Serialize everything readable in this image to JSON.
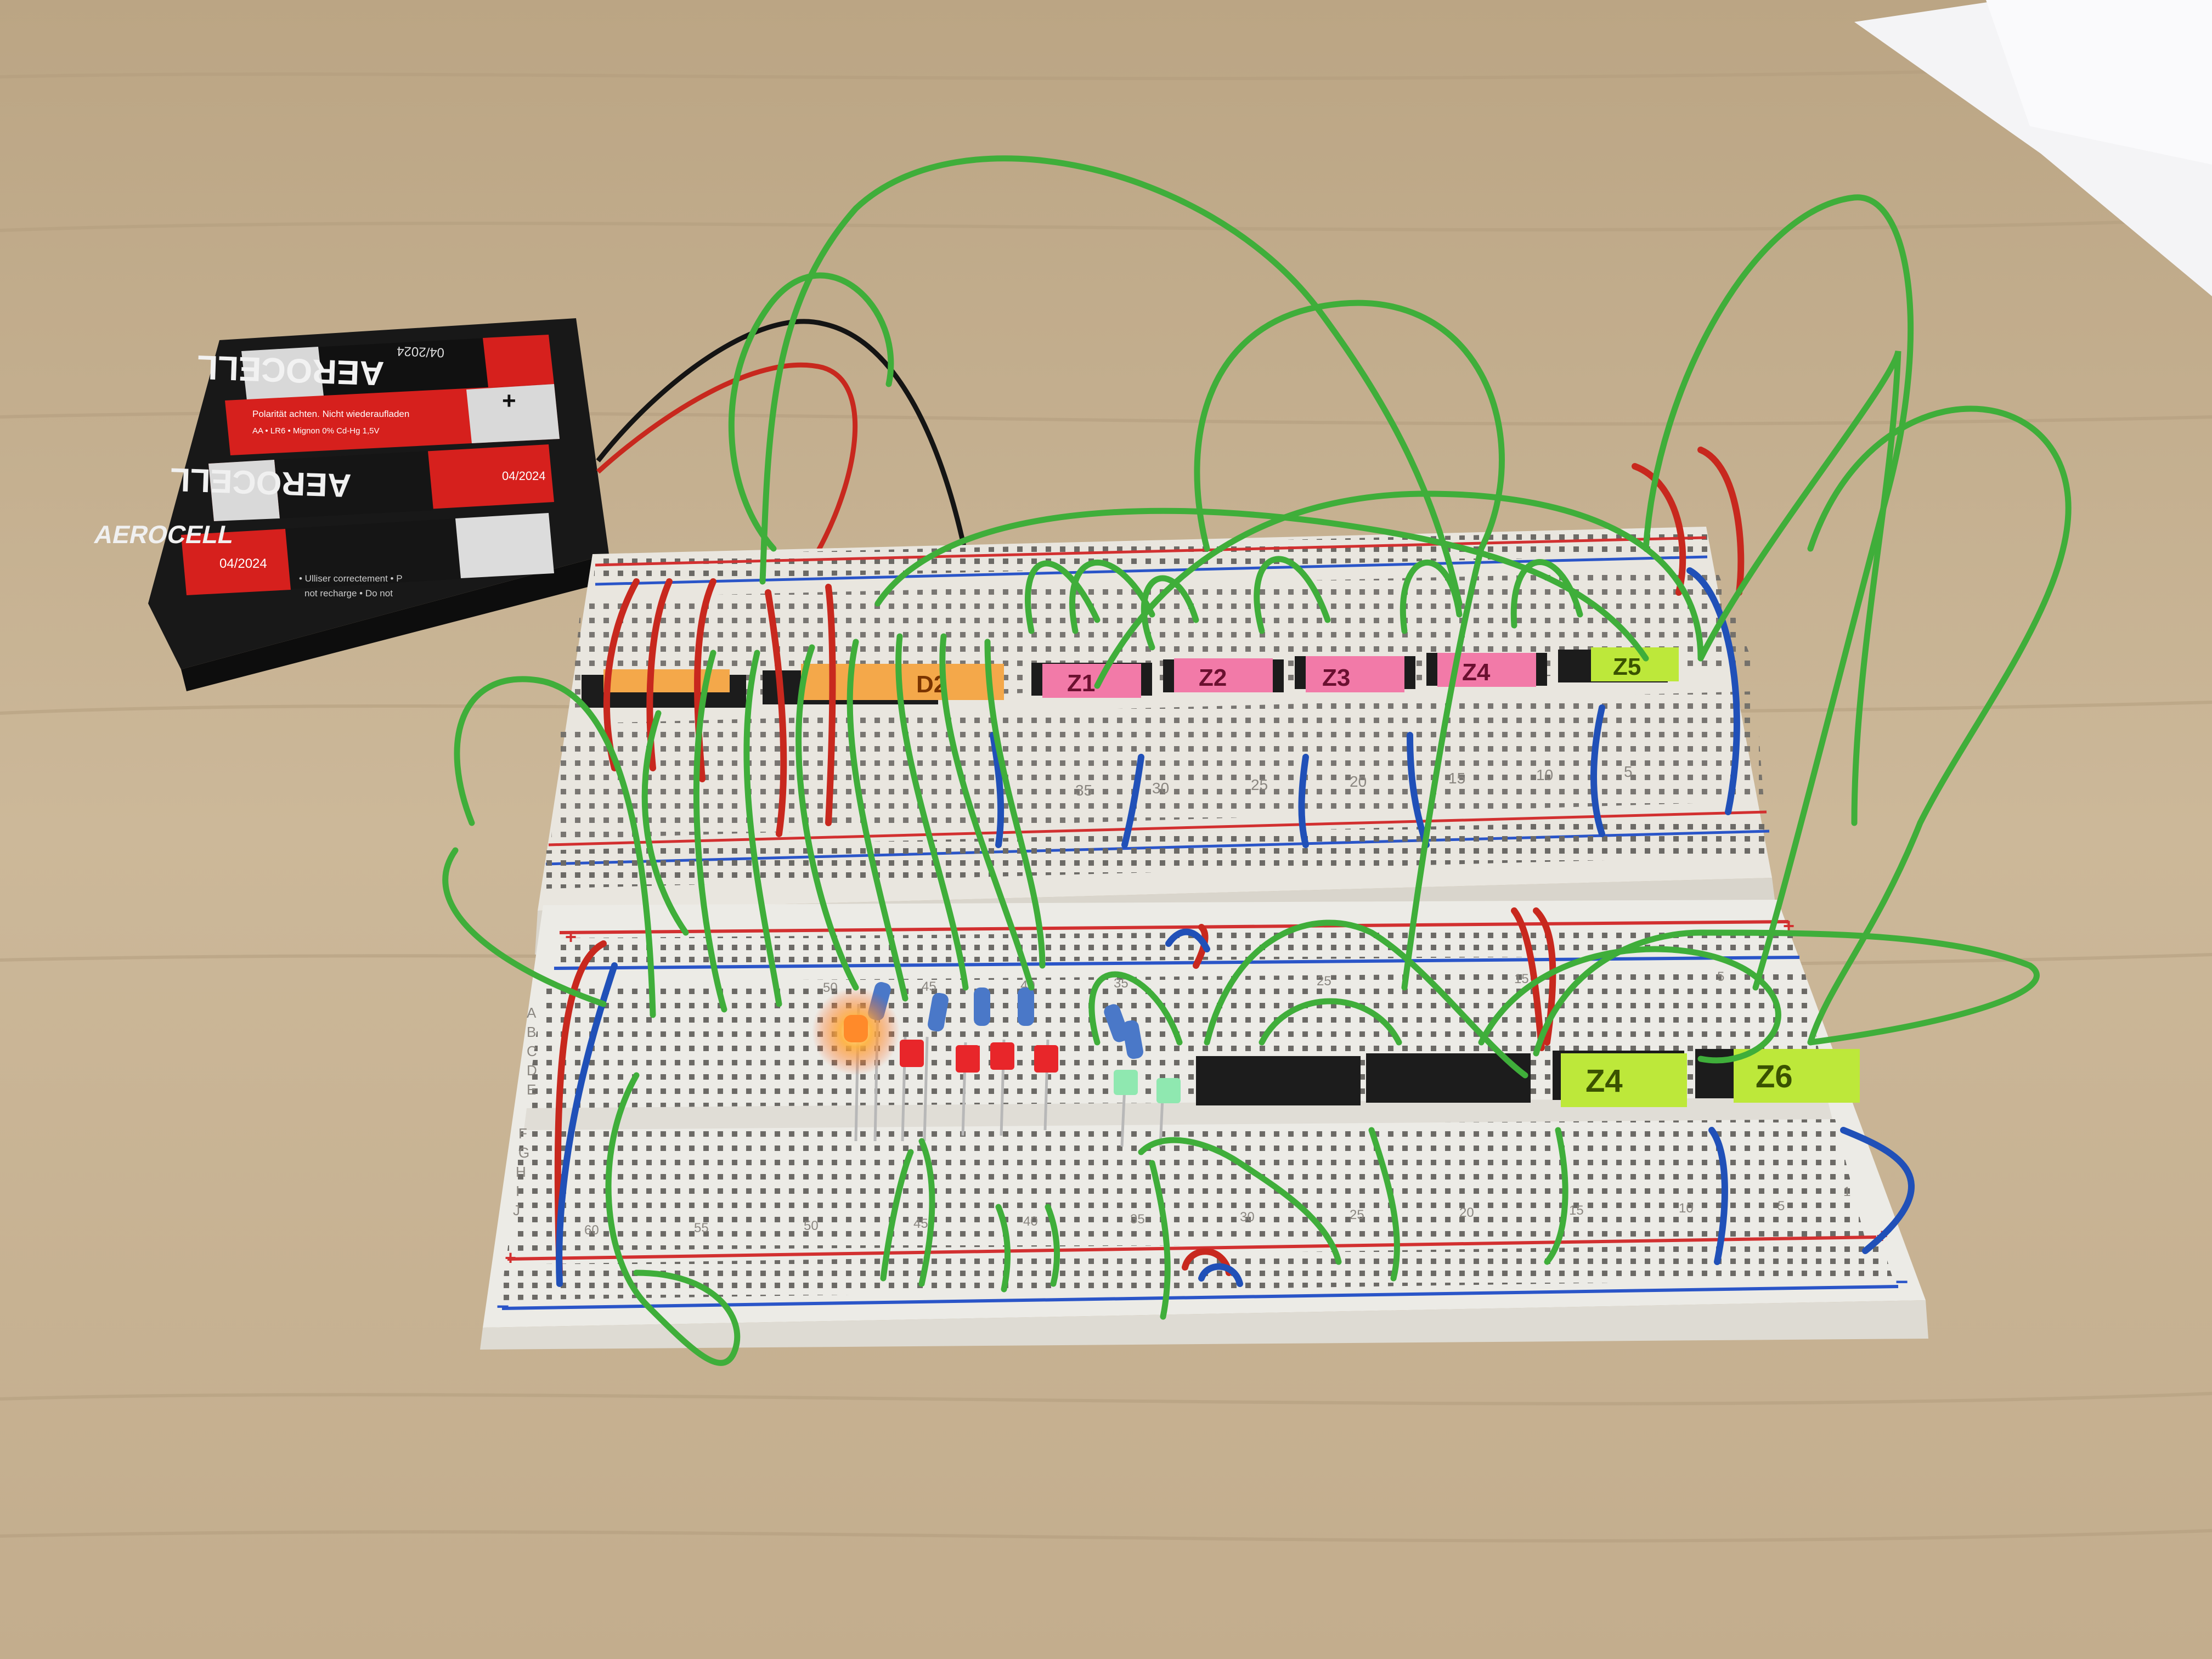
{
  "scene": {
    "description_free": true,
    "colors": {
      "table": "#c8b496",
      "table_grain": "#b59f80",
      "breadboard": "#ece9e2",
      "rail_red": "#d23030",
      "rail_blue": "#2a55c8",
      "wire_green": "#3fae3a",
      "wire_red": "#c8281e",
      "wire_blue": "#2050b8",
      "chip": "#1c1c1c",
      "label_orange": "#f4a84a",
      "label_pink": "#f27aa8",
      "label_lime": "#bde83a",
      "battery_red": "#d8201e",
      "battery_black": "#141414",
      "holder": "#1a1a1a"
    }
  },
  "battery_pack": {
    "brand": "AEROCELL",
    "date": "04/2024",
    "warning_line": "Polarität achten. Nicht wiederaufladen",
    "spec_line": "AA • LR6 • Mignon  0% Cd-Hg  1,5V",
    "recycle_line": "• Ulliser correctement • P",
    "recharge_line": "not recharge • Do not",
    "plus": "+"
  },
  "chip_labels": {
    "top": [
      "D2",
      "Z1",
      "Z2",
      "Z3",
      "Z4",
      "Z5"
    ],
    "bottom": [
      "Z4",
      "Z6"
    ]
  },
  "board_numbers": {
    "top": [
      "35",
      "30",
      "25",
      "20",
      "15",
      "10",
      "5"
    ],
    "bottom_upper": [
      "50",
      "45",
      "40",
      "35",
      "25",
      "15",
      "5"
    ],
    "bottom_lower": [
      "60",
      "55",
      "50",
      "45",
      "40",
      "35",
      "30",
      "25",
      "20",
      "15",
      "10",
      "5",
      "1"
    ],
    "row_letters_left": [
      "A",
      "B",
      "C",
      "D",
      "E",
      "F",
      "G",
      "H",
      "I",
      "J"
    ],
    "plus": "+",
    "minus": "−"
  }
}
